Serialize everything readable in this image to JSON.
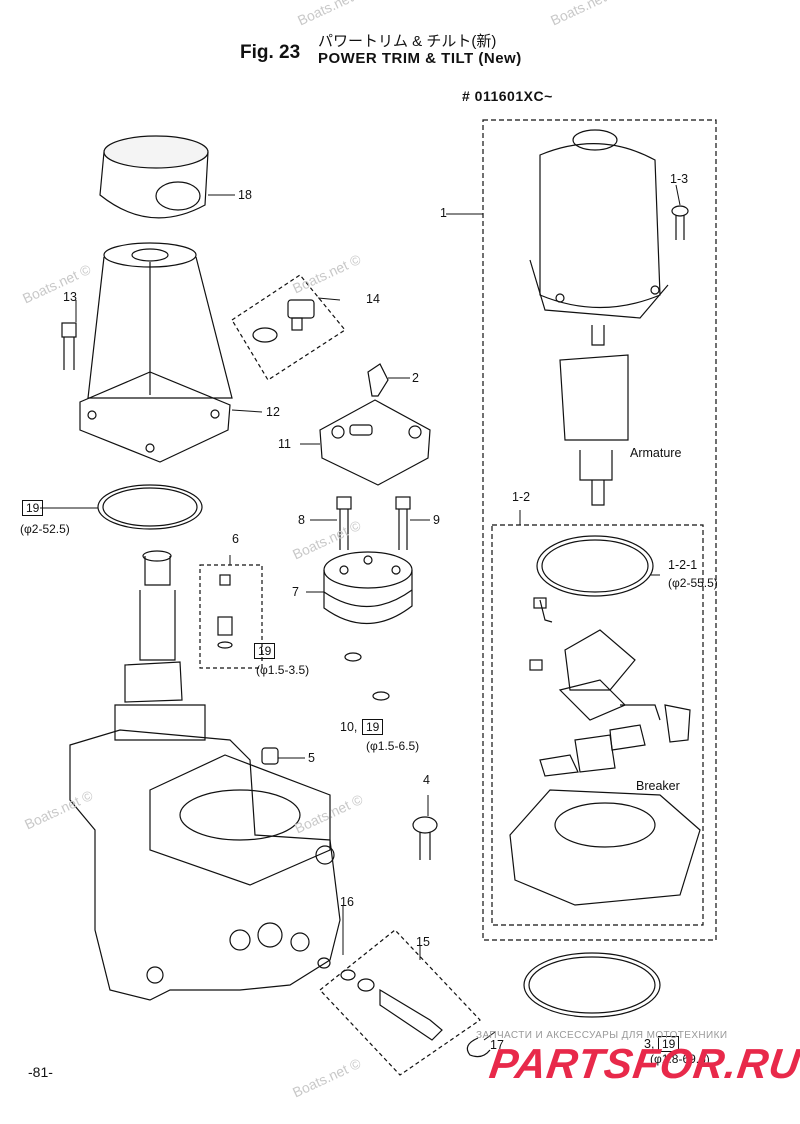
{
  "header": {
    "fig_label": "Fig. 23",
    "title_jp": "パワートリム & チルト(新)",
    "title_en": "POWER TRIM & TILT (New)",
    "serial": "# 011601XC~"
  },
  "callouts": {
    "c1": "1",
    "c1_3": "1-3",
    "c2": "2",
    "c18": "18",
    "c13": "13",
    "c14": "14",
    "c12": "12",
    "c11": "11",
    "c8": "8",
    "c9": "9",
    "c6": "6",
    "c7": "7",
    "c1_2": "1-2",
    "c1_2_1": "1-2-1",
    "c10": "10,",
    "c5": "5",
    "c4": "4",
    "c16": "16",
    "c15": "15",
    "c17": "17",
    "c3": "3,"
  },
  "refs": {
    "r19a": "19",
    "r19b": "19",
    "r19c": "19",
    "r19d": "19"
  },
  "specs": {
    "s1": "(φ2-52.5)",
    "s2": "(φ1.5-3.5)",
    "s3": "(φ2-55.5)",
    "s4": "(φ1.5-6.5)",
    "s5": "(φ1.8-69.6)"
  },
  "labels": {
    "armature": "Armature",
    "breaker": "Breaker"
  },
  "page_number": "-81-",
  "watermarks": [
    "Boats.net ©",
    "Boats.net ©",
    "Boats.net ©",
    "Boats.net ©",
    "Boats.net ©",
    "Boats.net ©",
    "Boats.net ©",
    "Boats.net ©"
  ],
  "promo": {
    "tagline": "ЗАПЧАСТИ И АКСЕССУАРЫ ДЛЯ МОТОТЕХНИКИ",
    "brand": "PARTSFOR.RU"
  }
}
